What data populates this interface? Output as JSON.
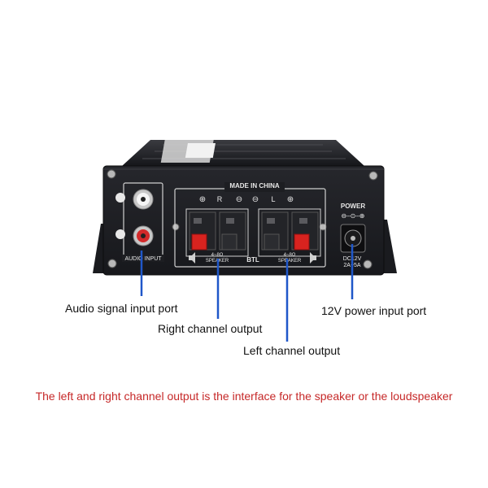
{
  "panel": {
    "made_in": "MADE IN CHINA",
    "left_mark": "L",
    "right_mark": "R",
    "audio_input": "AUDIO INPUT",
    "speaker_left": "SPEAKER",
    "speaker_right": "SPEAKER",
    "speaker_ohm_left": "4~8Ω",
    "speaker_ohm_right": "4~8Ω",
    "btl": "BTL",
    "terminal_labels": [
      "⊕",
      "R",
      "⊖",
      "⊖",
      "L",
      "⊕"
    ],
    "power": "POWER",
    "power_symbol": "⊖–⊙–⊕",
    "dc_line1": "DC12V",
    "dc_line2": "2A~5A"
  },
  "callouts": {
    "audio_input_port": "Audio signal input port",
    "right_channel": "Right channel output",
    "left_channel": "Left channel output",
    "power_port": "12V power input port"
  },
  "note": "The left and right channel output is the interface for the speaker or the loudspeaker",
  "colors": {
    "accent_line": "#1f57c9",
    "note_text": "#c62828",
    "terminal_red": "#d8231f",
    "panel": "#1d1e22"
  }
}
